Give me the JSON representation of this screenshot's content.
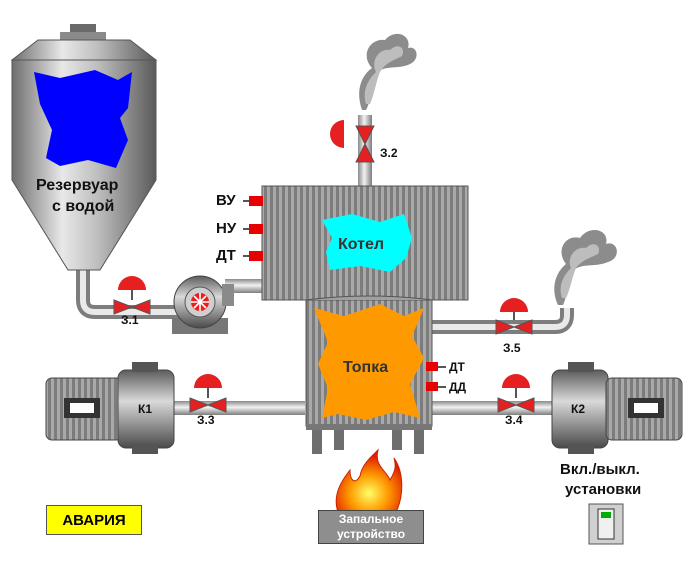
{
  "tank": {
    "label_line1": "Резервуар",
    "label_line2": "с водой"
  },
  "boiler": {
    "label": "Котел",
    "sensors": [
      "ВУ",
      "НУ",
      "ДТ"
    ]
  },
  "furnace": {
    "label": "Топка",
    "sensors": [
      "ДТ",
      "ДД"
    ]
  },
  "valves": {
    "v31": "З.1",
    "v32": "З.2",
    "v33": "З.3",
    "v34": "З.4",
    "v35": "З.5"
  },
  "compressors": {
    "k1": "К1",
    "k2": "К2"
  },
  "alarm": {
    "label": "АВАРИЯ",
    "color": "#ffff00"
  },
  "igniter": {
    "line1": "Запальное",
    "line2": "устройство"
  },
  "power_switch": {
    "line1": "Вкл./выкл.",
    "line2": "установки",
    "state": "on"
  },
  "colors": {
    "water": "#0000ff",
    "boiler_fill": "#00ffff",
    "furnace_fill": "#ff9900",
    "valve_red": "#e62020",
    "sensor_red": "#e60000"
  }
}
